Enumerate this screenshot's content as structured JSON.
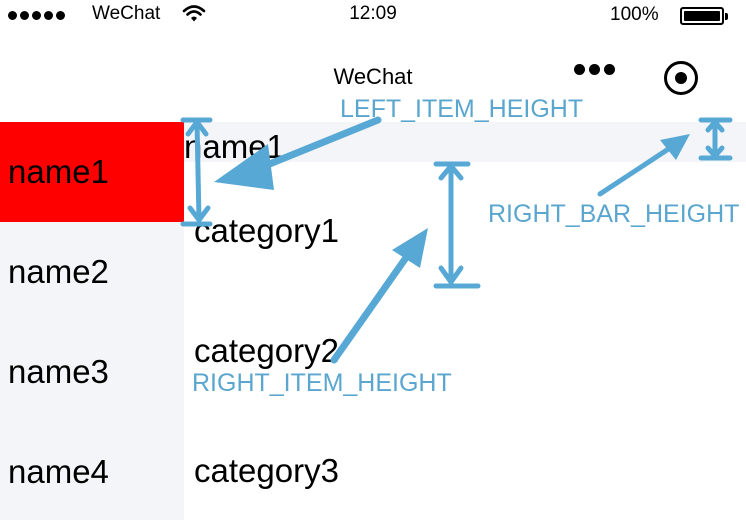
{
  "status_bar": {
    "carrier": "WeChat",
    "time": "12:09",
    "battery": "100%",
    "signal_icon": "signal-dots-icon",
    "wifi_icon": "wifi-icon",
    "battery_icon": "battery-icon"
  },
  "nav": {
    "title": "WeChat",
    "more_icon": "more-dots-icon",
    "close_icon": "target-circle-icon"
  },
  "left_menu": {
    "items": [
      {
        "label": "name1",
        "active": true
      },
      {
        "label": "name2",
        "active": false
      },
      {
        "label": "name3",
        "active": false
      },
      {
        "label": "name4",
        "active": false
      }
    ]
  },
  "right": {
    "bar_label": "name1",
    "categories": [
      "category1",
      "category2",
      "category3"
    ]
  },
  "annotations": {
    "left_item_height": "LEFT_ITEM_HEIGHT",
    "right_bar_height": "RIGHT_BAR_HEIGHT",
    "right_item_height": "RIGHT_ITEM_HEIGHT"
  },
  "colors": {
    "active_item": "#ff0000",
    "menu_background": "#f4f5f8",
    "annotation": "#5aa6cf"
  }
}
